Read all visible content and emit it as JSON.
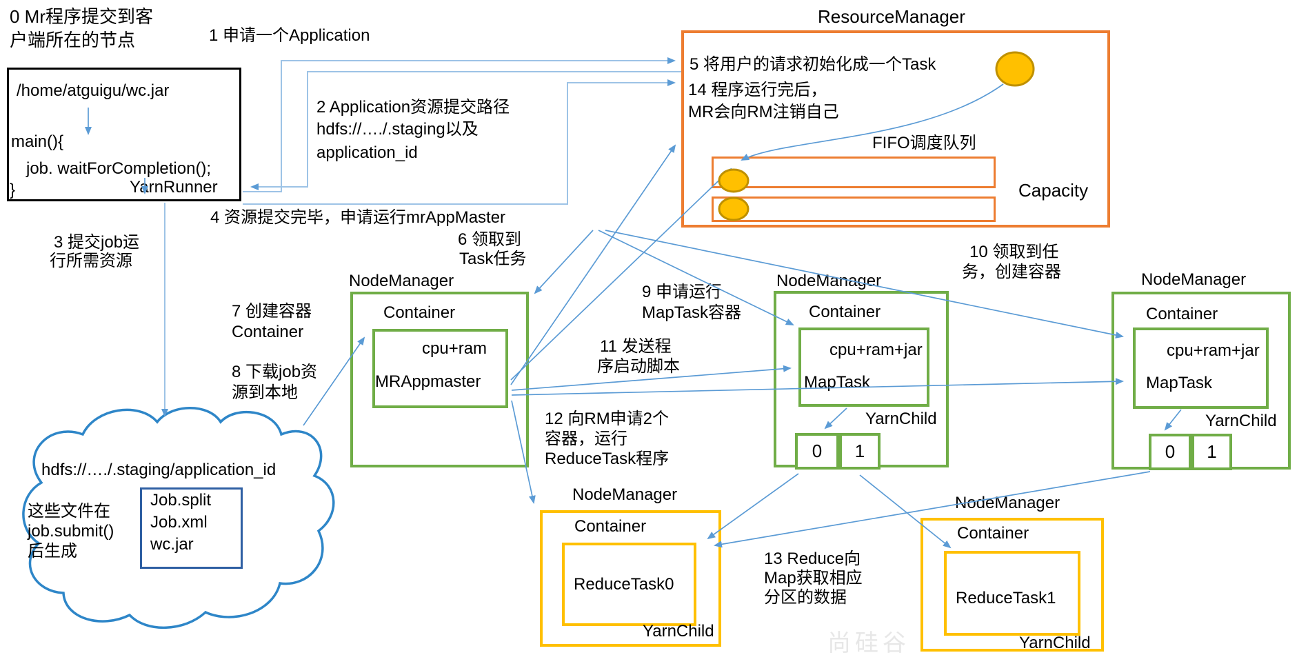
{
  "client": {
    "title_l1": "0 Mr程序提交到客",
    "title_l2": "户端所在的节点",
    "code_l1": "/home/atguigu/wc.jar",
    "code_l2": "main(){",
    "code_l3": "job. waitForCompletion();",
    "code_l4": "}",
    "runner": "YarnRunner"
  },
  "labels": {
    "s1": "1 申请一个Application",
    "s2_l1": "2 Application资源提交路径",
    "s2_l2": "hdfs://…./.staging以及",
    "s2_l3": "application_id",
    "s3_l1": "3 提交job运",
    "s3_l2": "行所需资源",
    "s4": "4 资源提交完毕，申请运行mrAppMaster",
    "s6_l1": "6 领取到",
    "s6_l2": "Task任务",
    "s7_l1": "7 创建容器",
    "s7_l2": "Container",
    "s8_l1": "8 下载job资",
    "s8_l2": "源到本地",
    "s9_l1": "9 申请运行",
    "s9_l2": "MapTask容器",
    "s10_l1": "10 领取到任",
    "s10_l2": "务，创建容器",
    "s11_l1": "11 发送程",
    "s11_l2": "序启动脚本",
    "s12_l1": "12 向RM申请2个",
    "s12_l2": "容器，运行",
    "s12_l3": "ReduceTask程序",
    "s13_l1": "13 Reduce向",
    "s13_l2": "Map获取相应",
    "s13_l3": "分区的数据"
  },
  "rm": {
    "title": "ResourceManager",
    "s5": "5 将用户的请求初始化成一个Task",
    "s14_l1": "14 程序运行完后，",
    "s14_l2": "MR会向RM注销自己",
    "fifo": "FIFO调度队列",
    "capacity": "Capacity"
  },
  "nm1": {
    "title": "NodeManager",
    "container": "Container",
    "res": "cpu+ram",
    "proc": "MRAppmaster"
  },
  "nm2": {
    "title": "NodeManager",
    "container": "Container",
    "res": "cpu+ram+jar",
    "proc": "MapTask",
    "yarnchild": "YarnChild",
    "cell0": "0",
    "cell1": "1"
  },
  "nm3": {
    "title": "NodeManager",
    "container": "Container",
    "res": "cpu+ram+jar",
    "proc": "MapTask",
    "yarnchild": "YarnChild",
    "cell0": "0",
    "cell1": "1"
  },
  "nm4": {
    "title": "NodeManager",
    "container": "Container",
    "proc": "ReduceTask0",
    "yarnchild": "YarnChild"
  },
  "nm5": {
    "title": "NodeManager",
    "container": "Container",
    "proc": "ReduceTask1",
    "yarnchild": "YarnChild"
  },
  "cloud": {
    "path": "hdfs://…./.staging/application_id",
    "files": [
      "Job.split",
      "Job.xml",
      "wc.jar"
    ],
    "note_l1": "这些文件在",
    "note_l2": "job.submit()",
    "note_l3": "后生成"
  },
  "colors": {
    "arrow_blue": "#5B9BD5",
    "elbow_light_blue": "#9DC3E6",
    "node_green": "#70AD47",
    "rm_orange": "#ED7D31",
    "container_yellow": "#FFC000",
    "token_yellow": "#FFC000",
    "token_border": "#BF9000",
    "cloud_blue": "#2E86C8",
    "job_box_navy": "#2E5FA3"
  }
}
